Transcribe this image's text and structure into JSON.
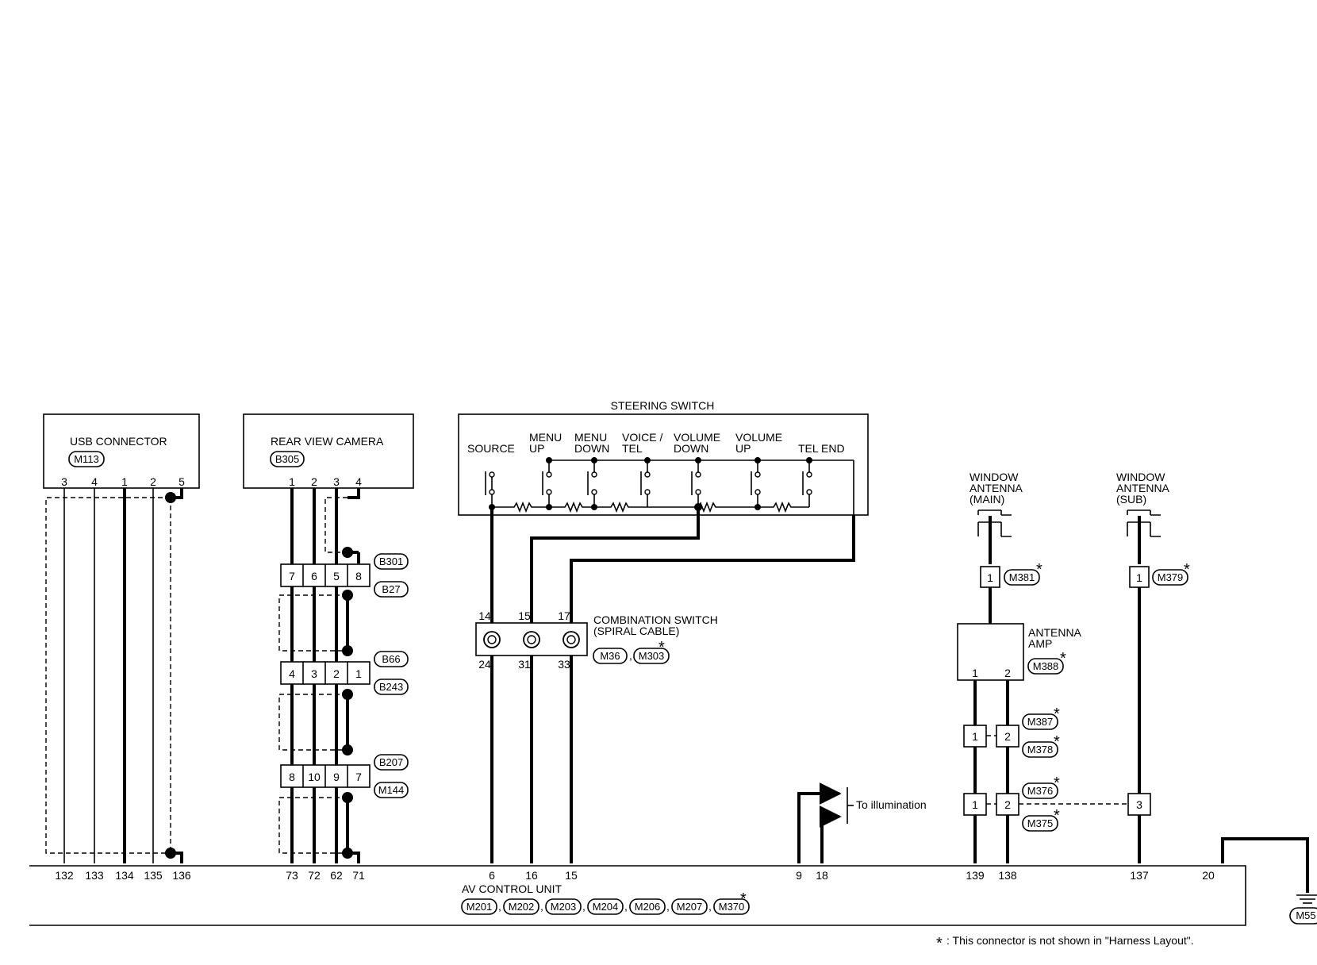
{
  "steering": {
    "title": "STEERING SWITCH",
    "switches": [
      {
        "l1": "SOURCE",
        "l2": ""
      },
      {
        "l1": "MENU",
        "l2": "UP"
      },
      {
        "l1": "MENU",
        "l2": "DOWN"
      },
      {
        "l1": "VOICE /",
        "l2": "TEL"
      },
      {
        "l1": "VOLUME",
        "l2": "DOWN"
      },
      {
        "l1": "VOLUME",
        "l2": "UP"
      },
      {
        "l1": "TEL END",
        "l2": ""
      }
    ]
  },
  "usb": {
    "title": "USB CONNECTOR",
    "conn": "M113",
    "pins": [
      "3",
      "4",
      "1",
      "2",
      "5"
    ]
  },
  "camera": {
    "title": "REAR VIEW CAMERA",
    "conn": "B305",
    "pins": [
      "1",
      "2",
      "3",
      "4"
    ]
  },
  "jc1": {
    "pins": [
      "7",
      "6",
      "5",
      "8"
    ],
    "top": "B301",
    "bot": "B27"
  },
  "jc2": {
    "pins": [
      "4",
      "3",
      "2",
      "1"
    ],
    "top": "B66",
    "bot": "B243"
  },
  "jc3": {
    "pins": [
      "8",
      "10",
      "9",
      "7"
    ],
    "top": "B207",
    "bot": "M144"
  },
  "combo": {
    "line1": "COMBINATION SWITCH",
    "line2": "(SPIRAL CABLE)",
    "top_pins": [
      "14",
      "15",
      "17"
    ],
    "bot_pins": [
      "24",
      "31",
      "33"
    ],
    "conns": [
      "M36",
      "M303"
    ]
  },
  "window_main": {
    "l1": "WINDOW",
    "l2": "ANTENNA",
    "l3": "(MAIN)",
    "pin": "1",
    "conn": "M381"
  },
  "window_sub": {
    "l1": "WINDOW",
    "l2": "ANTENNA",
    "l3": "(SUB)",
    "pin": "1",
    "conn": "M379"
  },
  "amp": {
    "l1": "ANTENNA",
    "l2": "AMP",
    "conn": "M388",
    "pins": [
      "1",
      "2"
    ]
  },
  "ant_jc1": {
    "pins": [
      "1",
      "2"
    ],
    "conns": [
      "M387",
      "M378"
    ]
  },
  "ant_jc2": {
    "pins": [
      "1",
      "2",
      "3"
    ],
    "conns": [
      "M376",
      "M375"
    ]
  },
  "illumination": "To illumination",
  "av": {
    "title": "AV CONTROL UNIT",
    "conns": [
      "M201",
      "M202",
      "M203",
      "M204",
      "M206",
      "M207",
      "M370"
    ],
    "pins": [
      "132",
      "133",
      "134",
      "135",
      "136",
      "73",
      "72",
      "62",
      "71",
      "6",
      "16",
      "15",
      "9",
      "18",
      "139",
      "138",
      "137",
      "20"
    ]
  },
  "ground": "M55",
  "star": "*",
  "comma": ",",
  "footnote": ": This connector is not shown in \"Harness Layout\"."
}
